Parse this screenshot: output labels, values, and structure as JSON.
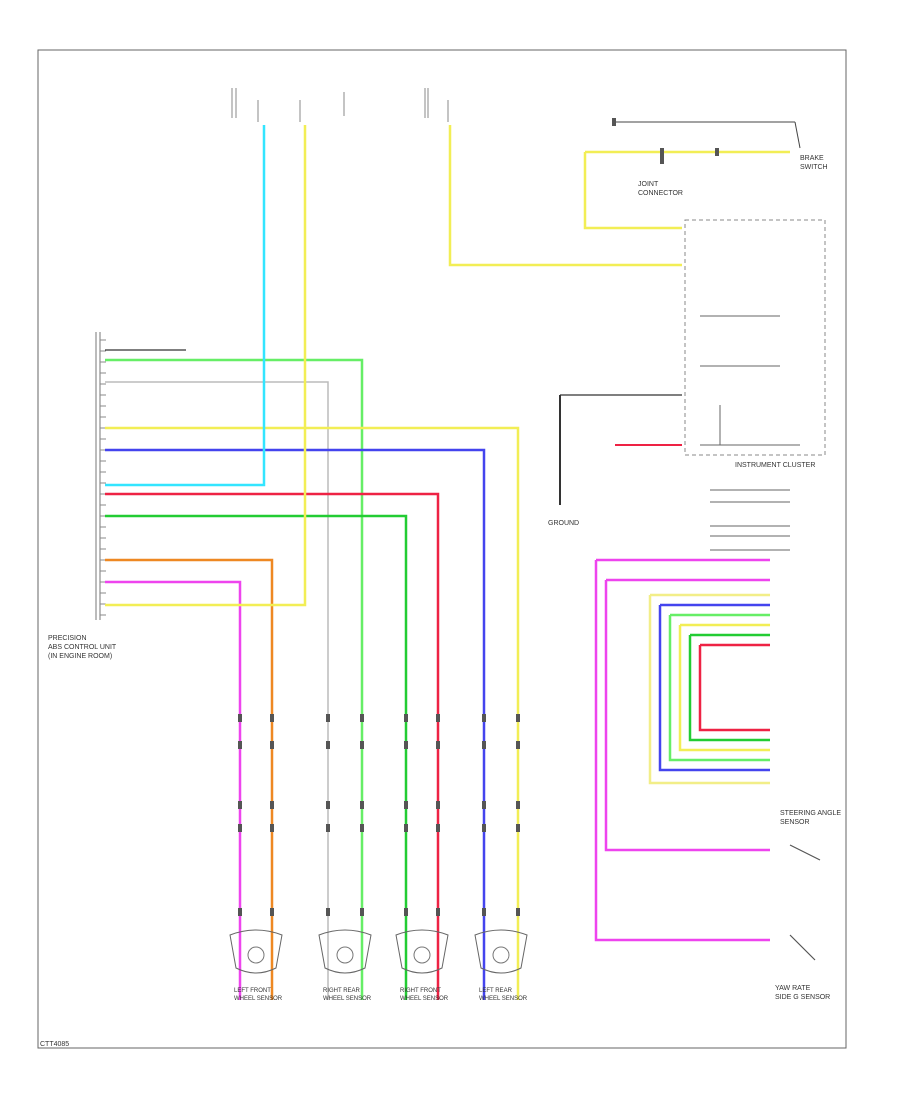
{
  "diagram": {
    "page_code": "CTT4085",
    "colors": {
      "light_blue": "#33e5ff",
      "yellow": "#f2ee55",
      "light_green": "#66ee66",
      "green": "#22cc33",
      "blue": "#4444ee",
      "red": "#ee2244",
      "pink": "#ee44ee",
      "orange": "#ee8822",
      "gray": "#999999",
      "white_wire": "#cccccc",
      "black": "#222222",
      "frame": "#555555"
    },
    "labels": {
      "abs_module": "PRECISION\nABS CONTROL UNIT\n(IN ENGINE ROOM)",
      "instrument_cluster": "INSTRUMENT CLUSTER",
      "brake_switch": "BRAKE\nSWITCH",
      "joint_connector": "JOINT\nCONNECTOR",
      "steering_sensor": "STEERING ANGLE\nSENSOR",
      "yaw_sensor": "YAW RATE\nSIDE G SENSOR",
      "ground": "GROUND",
      "sensor_lf": "LEFT FRONT\nWHEEL SENSOR",
      "sensor_rr": "RIGHT REAR\nWHEEL SENSOR",
      "sensor_rf": "RIGHT FRONT\nWHEEL SENSOR",
      "sensor_lr": "LEFT REAR\nWHEEL SENSOR"
    }
  }
}
